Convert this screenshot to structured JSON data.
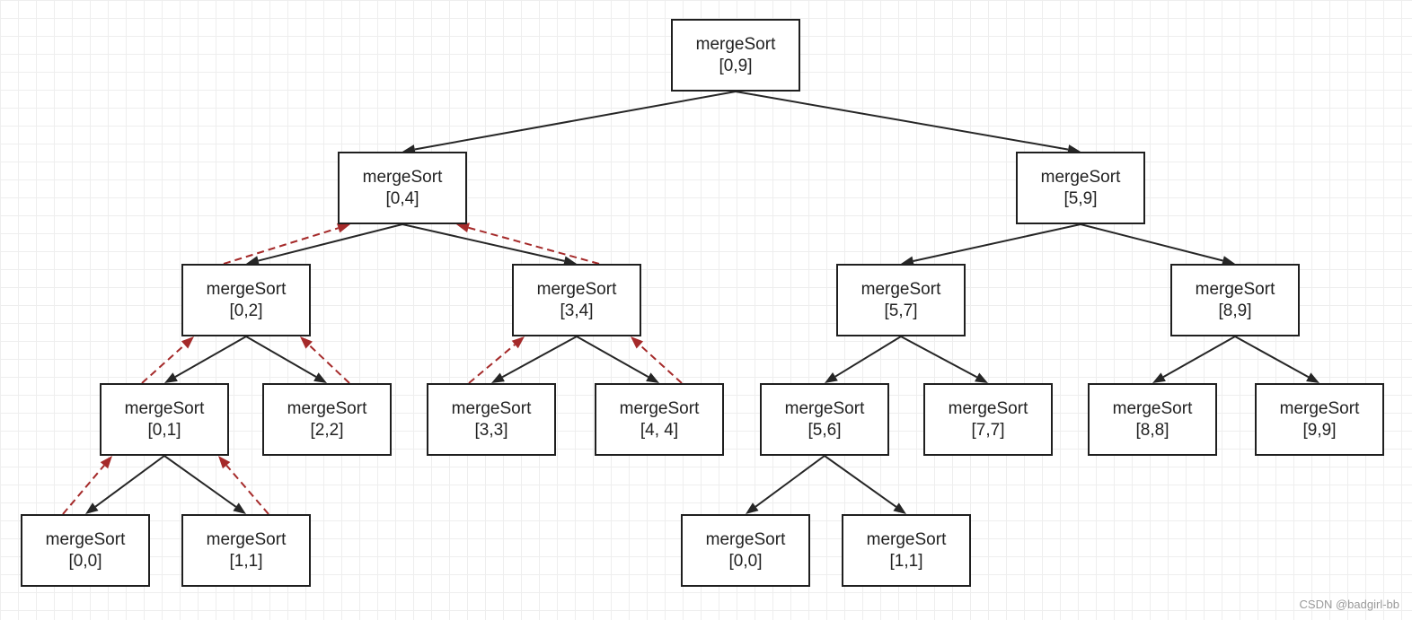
{
  "colors": {
    "call_edge": "#262626",
    "return_edge": "#a52a2a",
    "node_border": "#1f1f1f"
  },
  "nodes": [
    {
      "id": "n09",
      "title": "mergeSort",
      "range": "[0,9]"
    },
    {
      "id": "n04",
      "title": "mergeSort",
      "range": "[0,4]"
    },
    {
      "id": "n59",
      "title": "mergeSort",
      "range": "[5,9]"
    },
    {
      "id": "n02",
      "title": "mergeSort",
      "range": "[0,2]"
    },
    {
      "id": "n34",
      "title": "mergeSort",
      "range": "[3,4]"
    },
    {
      "id": "n57",
      "title": "mergeSort",
      "range": "[5,7]"
    },
    {
      "id": "n89",
      "title": "mergeSort",
      "range": "[8,9]"
    },
    {
      "id": "n01",
      "title": "mergeSort",
      "range": "[0,1]"
    },
    {
      "id": "n22",
      "title": "mergeSort",
      "range": "[2,2]"
    },
    {
      "id": "n33",
      "title": "mergeSort",
      "range": "[3,3]"
    },
    {
      "id": "n44",
      "title": "mergeSort",
      "range": "[4, 4]"
    },
    {
      "id": "n56",
      "title": "mergeSort",
      "range": "[5,6]"
    },
    {
      "id": "n77",
      "title": "mergeSort",
      "range": "[7,7]"
    },
    {
      "id": "n88",
      "title": "mergeSort",
      "range": "[8,8]"
    },
    {
      "id": "n99",
      "title": "mergeSort",
      "range": "[9,9]"
    },
    {
      "id": "n00",
      "title": "mergeSort",
      "range": "[0,0]"
    },
    {
      "id": "n11",
      "title": "mergeSort",
      "range": "[1,1]"
    },
    {
      "id": "n00b",
      "title": "mergeSort",
      "range": "[0,0]"
    },
    {
      "id": "n11b",
      "title": "mergeSort",
      "range": "[1,1]"
    }
  ],
  "call_edges": [
    [
      "n09",
      "n04"
    ],
    [
      "n09",
      "n59"
    ],
    [
      "n04",
      "n02"
    ],
    [
      "n04",
      "n34"
    ],
    [
      "n59",
      "n57"
    ],
    [
      "n59",
      "n89"
    ],
    [
      "n02",
      "n01"
    ],
    [
      "n02",
      "n22"
    ],
    [
      "n34",
      "n33"
    ],
    [
      "n34",
      "n44"
    ],
    [
      "n57",
      "n56"
    ],
    [
      "n57",
      "n77"
    ],
    [
      "n89",
      "n88"
    ],
    [
      "n89",
      "n99"
    ],
    [
      "n01",
      "n00"
    ],
    [
      "n01",
      "n11"
    ],
    [
      "n56",
      "n00b"
    ],
    [
      "n56",
      "n11b"
    ]
  ],
  "return_edges": [
    [
      "n02",
      "n04"
    ],
    [
      "n34",
      "n04"
    ],
    [
      "n01",
      "n02"
    ],
    [
      "n22",
      "n02"
    ],
    [
      "n33",
      "n34"
    ],
    [
      "n44",
      "n34"
    ],
    [
      "n00",
      "n01"
    ],
    [
      "n11",
      "n01"
    ]
  ],
  "watermark": "CSDN @badgirl-bb"
}
